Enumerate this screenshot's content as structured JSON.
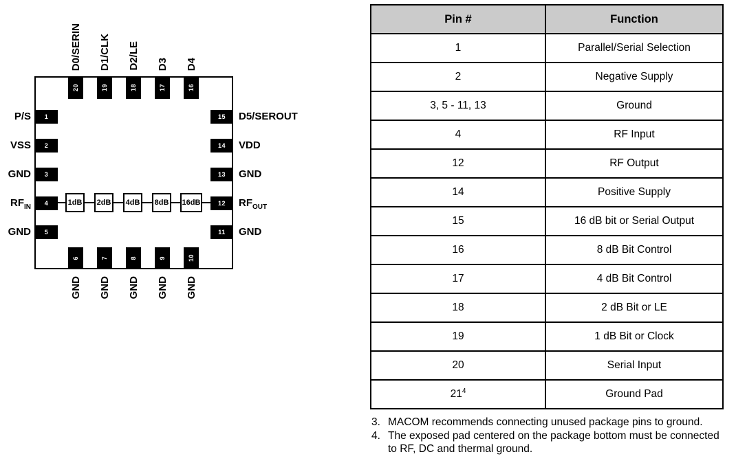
{
  "colors": {
    "table_header_bg": "#cbcbcb",
    "pad_fill": "#000000",
    "pad_number": "#ffffff",
    "line": "#000000"
  },
  "diagram": {
    "top_pins": [
      {
        "num": "20",
        "label": "D0/SERIN"
      },
      {
        "num": "19",
        "label": "D1/CLK"
      },
      {
        "num": "18",
        "label": "D2/LE"
      },
      {
        "num": "17",
        "label": "D3"
      },
      {
        "num": "16",
        "label": "D4"
      }
    ],
    "left_pins": [
      {
        "num": "1",
        "label": "P/S"
      },
      {
        "num": "2",
        "label": "VSS"
      },
      {
        "num": "3",
        "label": "GND"
      },
      {
        "num": "4",
        "label": "RF",
        "sub": "IN"
      },
      {
        "num": "5",
        "label": "GND"
      }
    ],
    "right_pins": [
      {
        "num": "15",
        "label": "D5/SEROUT"
      },
      {
        "num": "14",
        "label": "VDD"
      },
      {
        "num": "13",
        "label": "GND"
      },
      {
        "num": "12",
        "label": "RF",
        "sub": "OUT"
      },
      {
        "num": "11",
        "label": "GND"
      }
    ],
    "bottom_pins": [
      {
        "num": "6",
        "label": "GND"
      },
      {
        "num": "7",
        "label": "GND"
      },
      {
        "num": "8",
        "label": "GND"
      },
      {
        "num": "9",
        "label": "GND"
      },
      {
        "num": "10",
        "label": "GND"
      }
    ],
    "attenuators": [
      "1dB",
      "2dB",
      "4dB",
      "8dB",
      "16dB"
    ]
  },
  "table": {
    "headers": [
      "Pin #",
      "Function"
    ],
    "rows": [
      {
        "pin": "1",
        "function": "Parallel/Serial Selection"
      },
      {
        "pin": "2",
        "function": "Negative Supply"
      },
      {
        "pin": "3, 5 - 11, 13",
        "function": "Ground"
      },
      {
        "pin": "4",
        "function": "RF Input"
      },
      {
        "pin": "12",
        "function": "RF Output"
      },
      {
        "pin": "14",
        "function": "Positive Supply"
      },
      {
        "pin": "15",
        "function": "16 dB bit or Serial Output"
      },
      {
        "pin": "16",
        "function": "8 dB Bit Control"
      },
      {
        "pin": "17",
        "function": "4 dB Bit Control"
      },
      {
        "pin": "18",
        "function": "2 dB Bit or LE"
      },
      {
        "pin": "19",
        "function": "1 dB Bit or Clock"
      },
      {
        "pin": "20",
        "function": "Serial Input"
      },
      {
        "pin": "21",
        "pin_sup": "4",
        "function": "Ground Pad"
      }
    ]
  },
  "notes": [
    {
      "num": "3.",
      "text": "MACOM recommends connecting unused package pins to ground."
    },
    {
      "num": "4.",
      "text": "The exposed pad centered on the package bottom must be connected to RF, DC and thermal ground."
    }
  ]
}
